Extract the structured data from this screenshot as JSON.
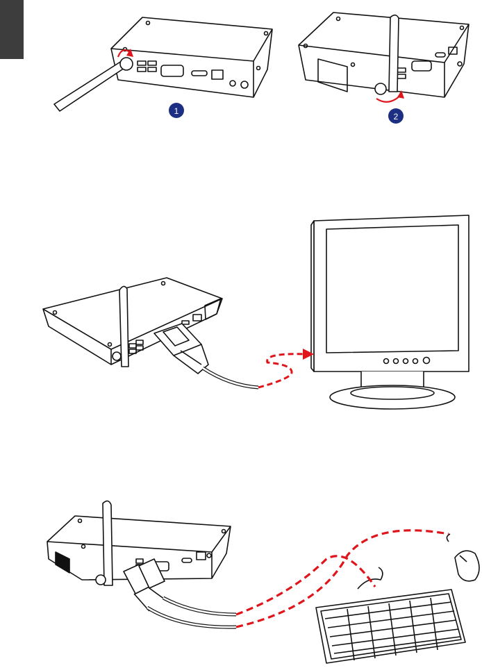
{
  "page": {
    "side_tab_color": "#3d3d3d",
    "figures": [
      {
        "id": "antenna-install",
        "steps": [
          "1",
          "2"
        ]
      },
      {
        "id": "monitor-connection"
      },
      {
        "id": "keyboard-mouse-connection"
      }
    ]
  },
  "colors": {
    "line": "#111111",
    "cable_dash": "#e0141b",
    "arrow": "#e0141b",
    "step_badge": "#1d2f83",
    "screen_fill": "#ffffff"
  },
  "icons": [
    "antenna-icon",
    "rotation-arrow-icon",
    "vga-plug-icon",
    "usb-plug-icon",
    "monitor-icon",
    "keyboard-icon",
    "mouse-icon"
  ]
}
